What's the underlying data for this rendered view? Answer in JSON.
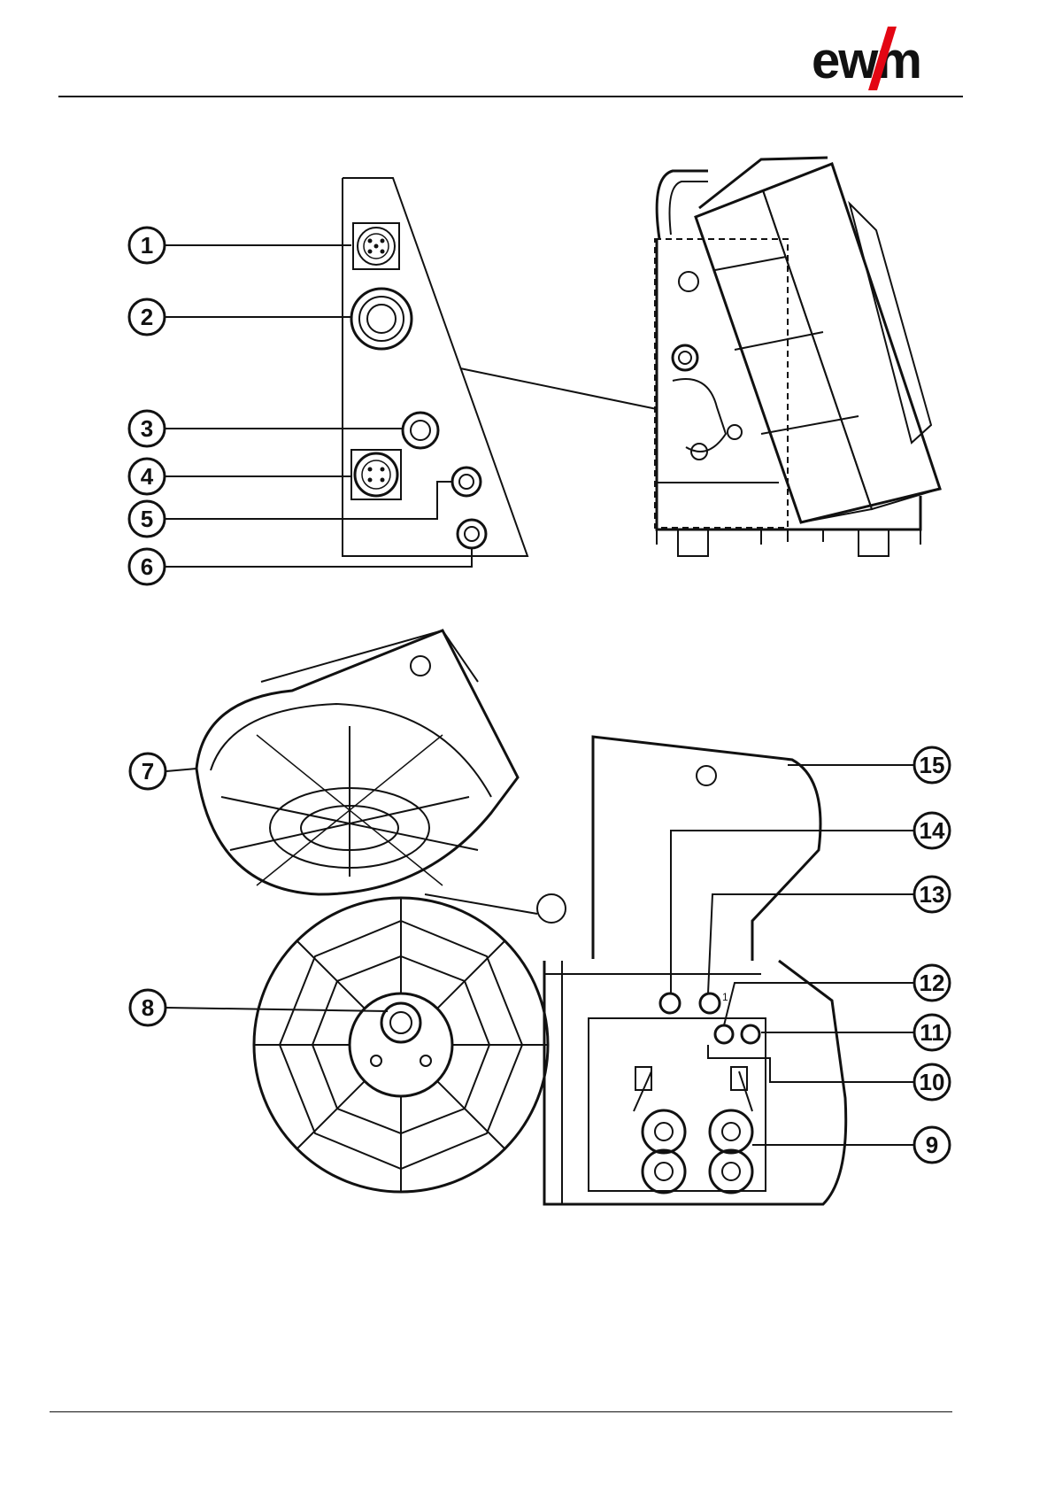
{
  "header": {
    "brand_logo": "ewm",
    "brand_color": "#e30613",
    "text_color": "#111111"
  },
  "callouts": [
    {
      "number": "1"
    },
    {
      "number": "2"
    },
    {
      "number": "3"
    },
    {
      "number": "4"
    },
    {
      "number": "5"
    },
    {
      "number": "6"
    },
    {
      "number": "7"
    },
    {
      "number": "8"
    },
    {
      "number": "9"
    },
    {
      "number": "10"
    },
    {
      "number": "11"
    },
    {
      "number": "12"
    },
    {
      "number": "13"
    },
    {
      "number": "14"
    },
    {
      "number": "15"
    }
  ],
  "figure_label": "1"
}
